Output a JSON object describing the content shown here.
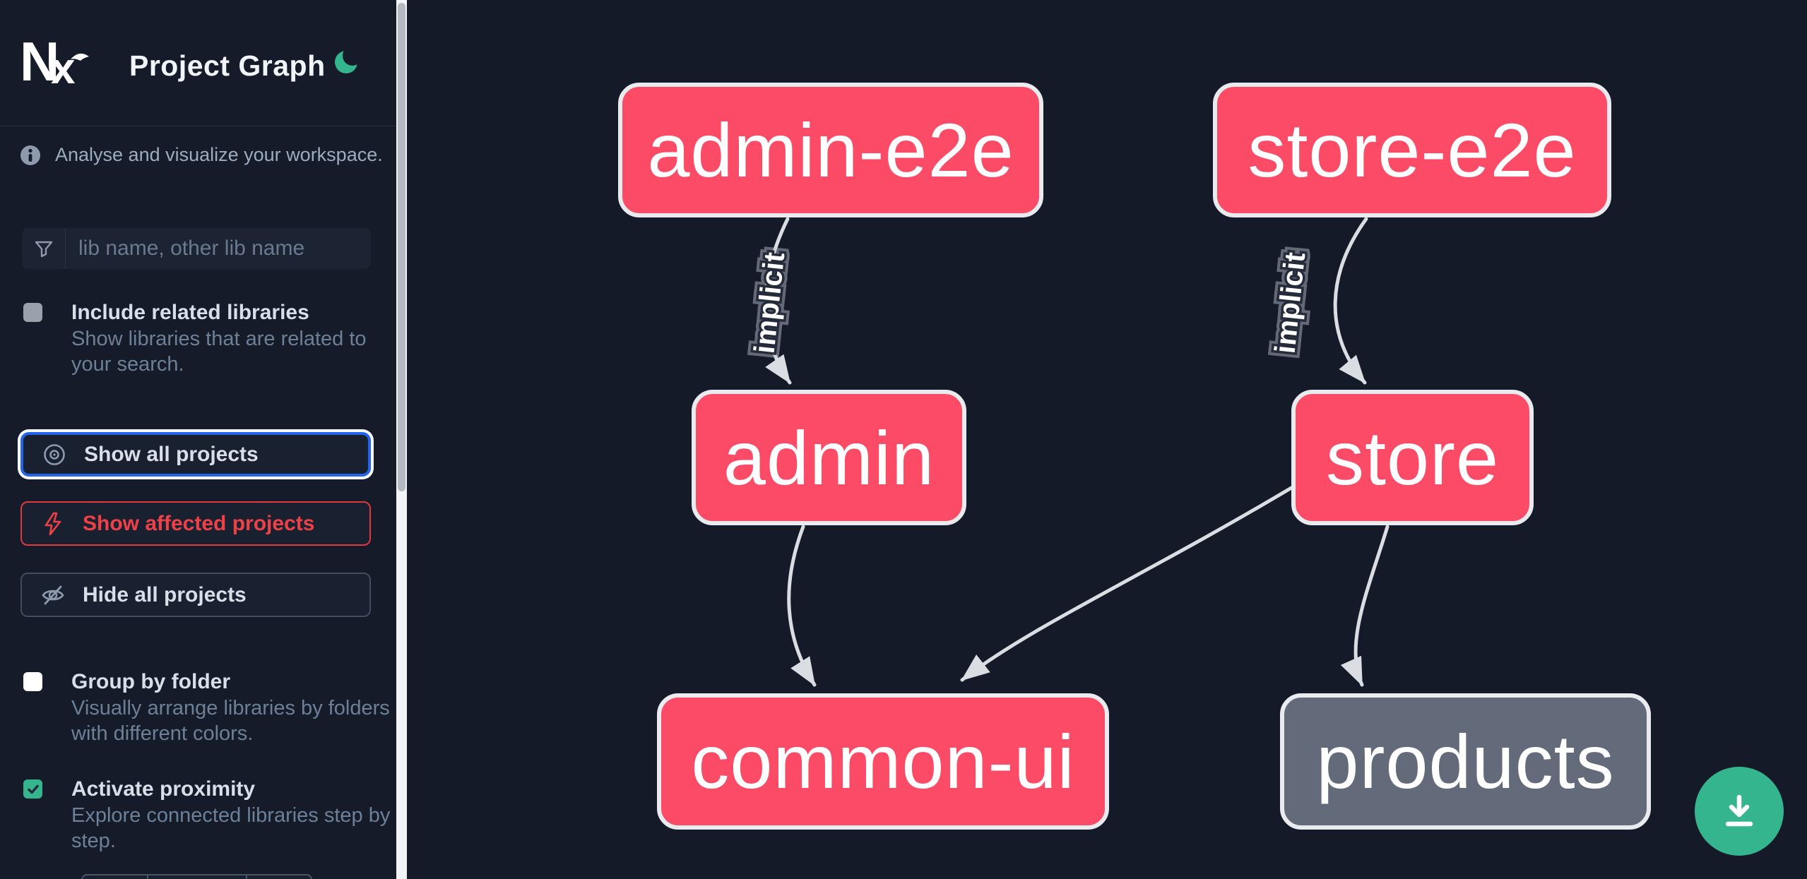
{
  "sidebar": {
    "title": "Project Graph",
    "subtitle": "Analyse and visualize your workspace.",
    "search": {
      "placeholder": "lib name, other lib name"
    },
    "checkboxes": [
      {
        "label": "Include related libraries",
        "description": "Show libraries that are related to your search.",
        "checked": false
      },
      {
        "label": "Group by folder",
        "description": "Visually arrange libraries by folders with different colors.",
        "checked": false
      },
      {
        "label": "Activate proximity",
        "description": "Explore connected libraries step by step.",
        "checked": true
      }
    ],
    "buttons": [
      {
        "label": "Show all projects",
        "icon": "eye-icon",
        "state": "focused"
      },
      {
        "label": "Show affected projects",
        "icon": "bolt-icon",
        "state": "danger"
      },
      {
        "label": "Hide all projects",
        "icon": "eye-off-icon",
        "state": "default"
      }
    ]
  },
  "graph": {
    "nodes": [
      {
        "id": "admin-e2e",
        "label": "admin-e2e",
        "color": "pink"
      },
      {
        "id": "store-e2e",
        "label": "store-e2e",
        "color": "pink"
      },
      {
        "id": "admin",
        "label": "admin",
        "color": "pink"
      },
      {
        "id": "store",
        "label": "store",
        "color": "pink"
      },
      {
        "id": "common-ui",
        "label": "common-ui",
        "color": "pink"
      },
      {
        "id": "products",
        "label": "products",
        "color": "gray"
      }
    ],
    "edges": [
      {
        "source": "admin-e2e",
        "target": "admin",
        "label": "implicit"
      },
      {
        "source": "store-e2e",
        "target": "store",
        "label": "implicit"
      },
      {
        "source": "admin",
        "target": "common-ui",
        "label": ""
      },
      {
        "source": "store",
        "target": "common-ui",
        "label": ""
      },
      {
        "source": "store",
        "target": "products",
        "label": ""
      }
    ]
  },
  "fab": {
    "icon": "download-icon"
  },
  "colors": {
    "background": "#141a28",
    "sidebar_background": "#151b29",
    "node_pink": "#fb4b66",
    "node_gray": "#636b7a",
    "node_border": "#e9ebef",
    "edge": "#dadde1",
    "accent_green": "#35b58e",
    "focus_blue": "#2563eb",
    "danger_red": "#ee4147",
    "text_primary": "#d8dfe9",
    "text_muted": "#6e8098"
  }
}
